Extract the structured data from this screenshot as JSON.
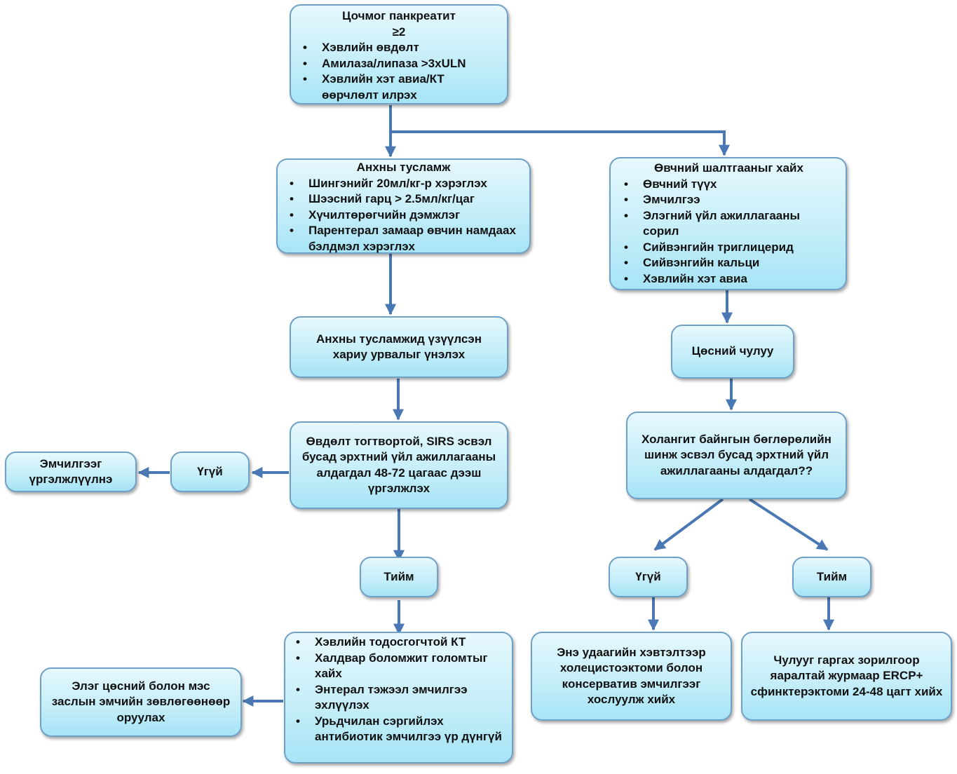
{
  "top": {
    "title": "Цочмог панкреатит",
    "subtitle": "≥2",
    "items": [
      "Хэвлийн өвдөлт",
      "Амилаза/липаза >3xULN",
      "Хэвлийн хэт авиа/КТ өөрчлөлт илрэх"
    ]
  },
  "initial_care": {
    "title": "Анхны тусламж",
    "items": [
      "Шингэнийг 20мл/кг-р хэрэглэх",
      "Шээсний гарц > 2.5мл/кг/цаг",
      "Хүчилтөрөгчийн дэмжлэг",
      "Парентерал замаар өвчин намдаах бэлдмэл хэрэглэх"
    ]
  },
  "cause_search": {
    "title": "Өвчний шалтгааныг хайх",
    "items": [
      "Өвчний түүх",
      "Эмчилгээ",
      "Элэгний үйл ажиллагааны сорил",
      "Сийвэнгийн триглицерид",
      "Сийвэнгийн кальци",
      "Хэвлийн хэт авиа"
    ]
  },
  "evaluate_response": "Анхны тусламжид үзүүлсэн хариу урвалыг үнэлэх",
  "persistent_pain": "Өвдөлт тогтвортой, SIRS эсвэл бусад эрхтний үйл ажиллагааны алдагдал 48-72 цагаас дээш үргэлжлэх",
  "left_no": "Үгүй",
  "continue_treatment": "Эмчилгээг үргэлжлүүлнэ",
  "left_yes": "Тийм",
  "ct_actions": {
    "items": [
      "Хэвлийн тодосгогчтой КТ",
      "Халдвар боломжит голомтыг хайх",
      "Энтерал тэжээл эмчилгээ эхлүүлэх",
      "Урьдчилан сэргийлэх антибиотик эмчилгээ үр дүнгүй"
    ]
  },
  "specialist_referral": "Элэг цөсний болон мэс заслын эмчийн зөвлөгөөнөөр оруулах",
  "gallstone": "Цөсний чулуу",
  "cholangitis_question": "Холангит байнгын бөглөрөлийн шинж эсвэл бусад эрхтний үйл ажиллагааны алдагдал??",
  "right_no": "Үгүй",
  "right_yes": "Тийм",
  "cholecystectomy": "Энэ удаагийн хэвтэлтээр холецистоэктоми болон консерватив эмчилгээг хослуулж хийх",
  "ercp": "Чулууг гаргах зорилгоор яаралтай журмаар  ERCP+ сфинктерэктоми 24-48 цагт хийх",
  "colors": {
    "arrow": "#4a78b4",
    "border": "#6fa0c6",
    "fill_top": "#e6f8fd",
    "fill_bottom": "#a6e4f6"
  }
}
